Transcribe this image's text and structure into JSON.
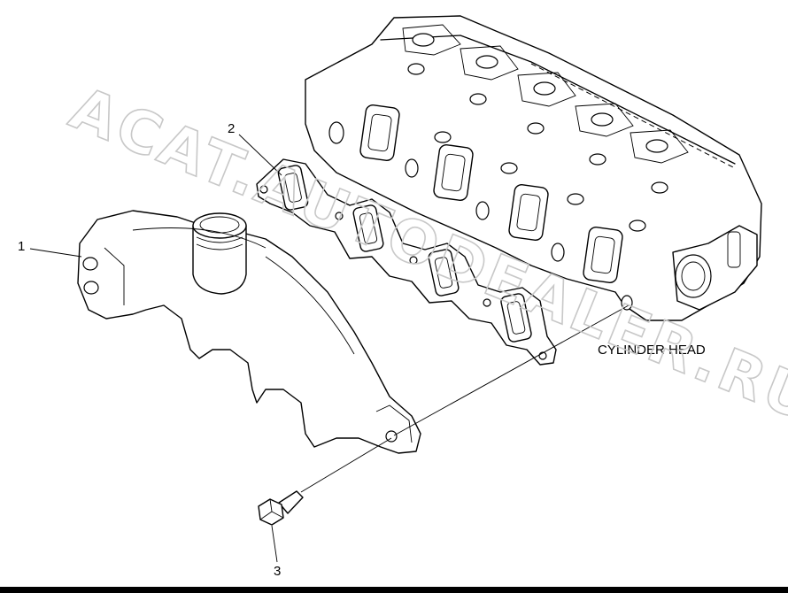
{
  "diagram": {
    "callouts": [
      {
        "id": "1"
      },
      {
        "id": "2"
      },
      {
        "id": "3"
      }
    ],
    "labels": {
      "cylinder_head": "CYLINDER HEAD"
    },
    "watermark": "ACAT.AUTODEALER.RU",
    "parts": [
      {
        "callout": "1",
        "name": "exhaust-manifold"
      },
      {
        "callout": "2",
        "name": "manifold-gasket"
      },
      {
        "callout": "3",
        "name": "bolt"
      }
    ]
  }
}
